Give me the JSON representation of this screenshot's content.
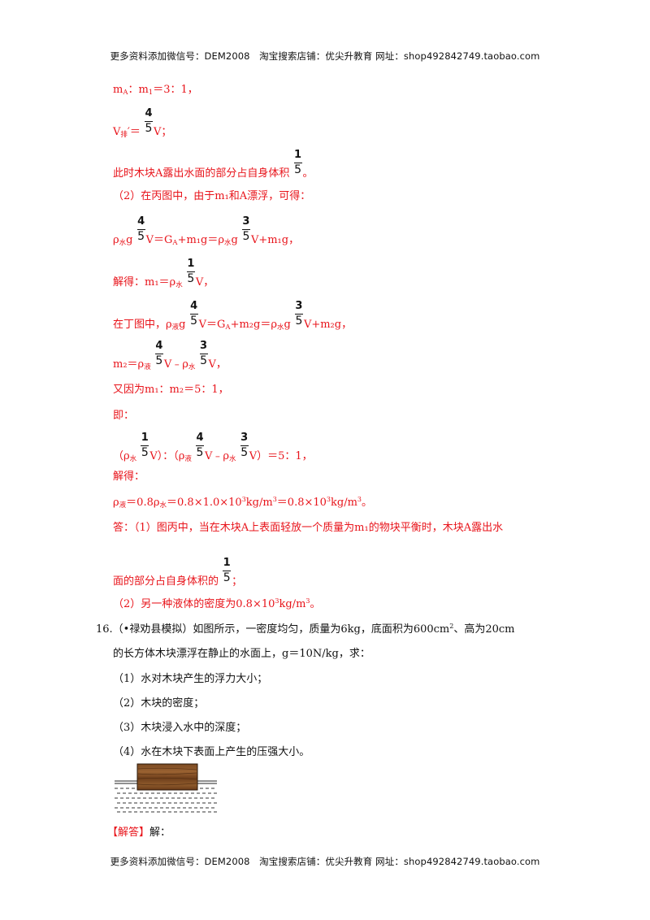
{
  "header": "更多资料添加微信号：DEM2008　淘宝搜索店铺：优尖升教育 网址：shop492842749.taobao.com",
  "footer": "更多资料添加微信号：DEM2008　淘宝搜索店铺：优尖升教育 网址：shop492842749.taobao.com",
  "solution": {
    "l1": "m",
    "l1_sub": "A",
    "l1_b": "：m",
    "l1_sub2": "1",
    "l1_c": "＝3：1，",
    "l2_a": "V",
    "l2_sub": "排",
    "l2_b": "′＝",
    "l2_c": "V；",
    "l3_a": "此时木块A露出水面的部分占自身体积",
    "l3_b": "。",
    "l4": "（2）在丙图中，由于m₁和A漂浮，可得：",
    "l5_a": "ρ",
    "l5_sub1": "水",
    "l5_b": "g",
    "l5_c": "V＝G",
    "l5_sub2": "A",
    "l5_d": "+m₁g＝ρ",
    "l5_sub3": "水",
    "l5_e": "g",
    "l5_f": "V+m₁g，",
    "l6_a": "解得：m₁＝ρ",
    "l6_sub": "水",
    "l6_b": "V，",
    "l7_a": "在丁图中，ρ",
    "l7_sub1": "液",
    "l7_b": "g",
    "l7_c": "V＝G",
    "l7_sub2": "A",
    "l7_d": "+m₂g＝ρ",
    "l7_sub3": "水",
    "l7_e": "g",
    "l7_f": "V+m₂g，",
    "l8_a": "m₂＝ρ",
    "l8_sub1": "液",
    "l8_b": "V﹣ρ",
    "l8_sub2": "水",
    "l8_c": "V，",
    "l9": "又因为m₁：m₂＝5：1，",
    "l10": "即：",
    "l11_a": "（ρ",
    "l11_sub1": "水",
    "l11_b": "V）：（ρ",
    "l11_sub2": "液",
    "l11_c": "V﹣ρ",
    "l11_sub3": "水",
    "l11_d": "V）＝5：1，",
    "l12": "解得：",
    "l13_a": "ρ",
    "l13_sub1": "液",
    "l13_b": "＝0.8ρ",
    "l13_sub2": "水",
    "l13_c": "＝0.8×1.0×10",
    "l13_sup1": "3",
    "l13_d": "kg/m",
    "l13_sup2": "3",
    "l13_e": "＝0.8×10",
    "l13_sup3": "3",
    "l13_f": "kg/m",
    "l13_sup4": "3",
    "l13_g": "。",
    "l14": "答：（1）图丙中，当在木块A上表面轻放一个质量为m₁的物块平衡时，木块A露出水",
    "l15_a": "面的部分占自身体积的",
    "l15_b": "；",
    "l16_a": "（2）另一种液体的密度为0.8×10",
    "l16_sup1": "3",
    "l16_b": "kg/m",
    "l16_sup2": "3",
    "l16_c": "。"
  },
  "fractions": {
    "f45": {
      "num": "4",
      "den": "5"
    },
    "f15": {
      "num": "1",
      "den": "5"
    },
    "f35": {
      "num": "3",
      "den": "5"
    }
  },
  "problem16": {
    "l1_a": "16.（•禄劝县模拟）如图所示，一密度均匀，质量为6kg，底面积为600cm",
    "l1_sup": "2",
    "l1_b": "、高为20cm",
    "l2": "的长方体木块漂浮在静止的水面上，g＝10N/kg，求：",
    "q1": "（1）水对木块产生的浮力大小；",
    "q2": "（2）木块的密度；",
    "q3": "（3）木块浸入水中的深度；",
    "q4": "（4）水在木块下表面上产生的压强大小。",
    "answer_tag": "【解答】",
    "answer_text": "解："
  }
}
